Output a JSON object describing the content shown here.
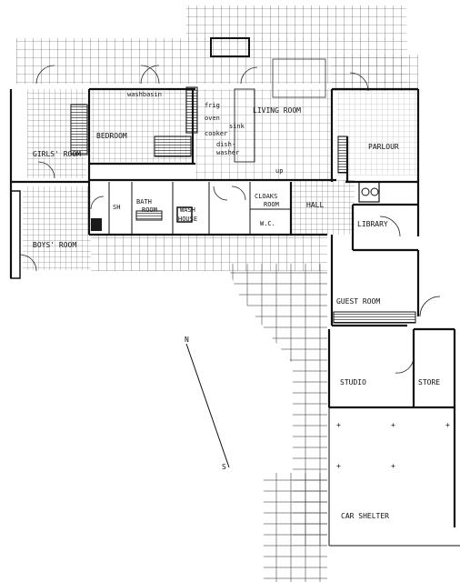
{
  "rooms": {
    "bedroom": "BEDROOM",
    "girls_room": "GIRLS' ROOM",
    "boys_room": "BOYS' ROOM",
    "living_room": "LIVING ROOM",
    "parlour": "PARLOUR",
    "bath_room": "BATH ROOM",
    "bath_room_line1": "BATH",
    "bath_room_line2": "ROOM",
    "wash_house_line1": "WASH",
    "wash_house_line2": "HOUSE",
    "cloaks_line1": "CLOAKS",
    "cloaks_line2": "ROOM",
    "hall": "HALL",
    "library": "LIBRARY",
    "guest_room": "GUEST ROOM",
    "studio": "STUDIO",
    "store": "STORE",
    "car_shelter": "CAR SHELTER",
    "wc": "W.C.",
    "sh": "SH"
  },
  "fixtures": {
    "washbasin": "washbasin",
    "frig": "frig",
    "oven": "oven",
    "sink": "sink",
    "cooker": "cooker",
    "dishwasher_line1": "dish-",
    "dishwasher_line2": "washer",
    "up": "up"
  },
  "compass": {
    "north": "N",
    "south": "S"
  }
}
